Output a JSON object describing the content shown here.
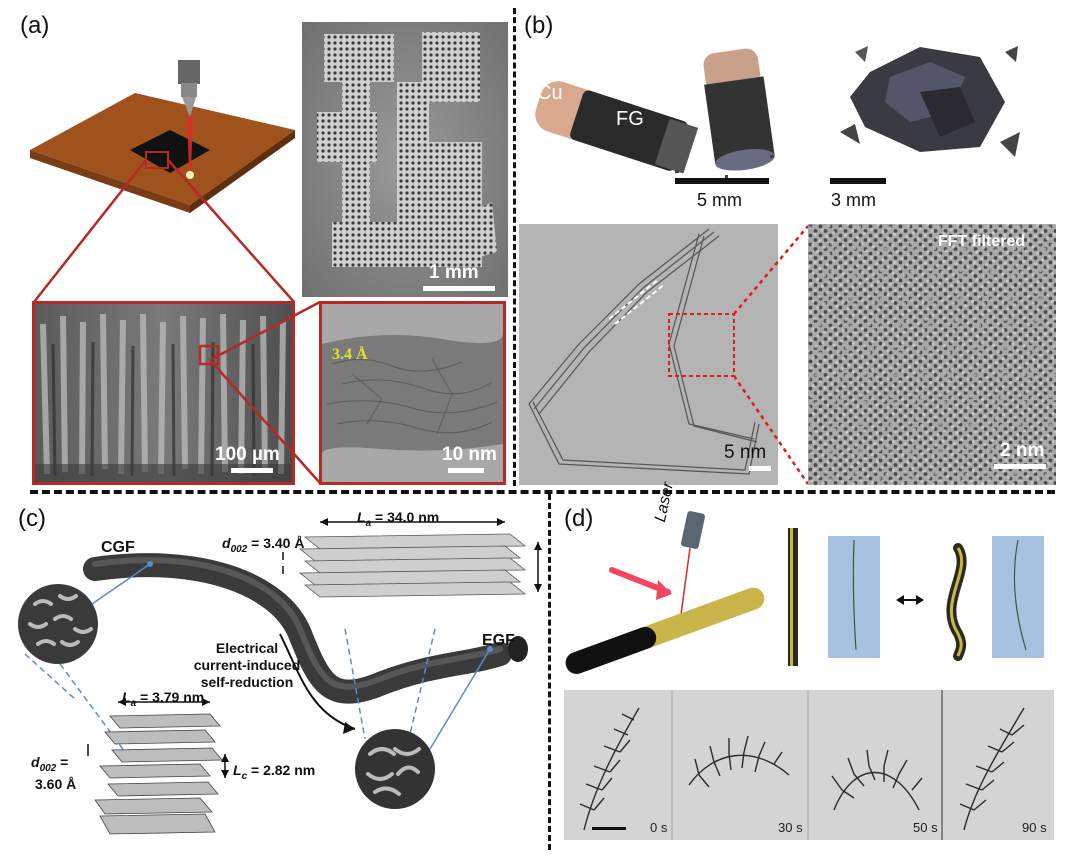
{
  "panels": {
    "a": {
      "label": "(a)",
      "scale_sem_top": "1 mm",
      "scale_forest": "100 µm",
      "scale_tem": "10 nm",
      "lattice_spacing": "3.4 Å"
    },
    "b": {
      "label": "(b)",
      "cu_label": "Cu",
      "fg_label": "FG",
      "scale_photo_left": "5 mm",
      "scale_photo_right": "3 mm",
      "scale_tem": "5 nm",
      "fft_title": "FFT filtered",
      "scale_fft": "2 nm"
    },
    "c": {
      "label": "(c)",
      "cgf_label": "CGF",
      "egf_label": "EGF",
      "top_la": "L",
      "top_la_sub": "a",
      "top_la_value": " = 34.0 nm",
      "top_d": "d",
      "top_d_sub": "002",
      "top_d_value": " = 3.40 Å",
      "bottom_la": "L",
      "bottom_la_sub": "a",
      "bottom_la_value": " = 3.79 nm",
      "bottom_d": "d",
      "bottom_d_sub": "002",
      "bottom_d_value": " =",
      "bottom_d_value2": "3.60 Å",
      "lc": "L",
      "lc_sub": "c",
      "lc_value": " = 2.82 nm",
      "process_line1": "Electrical",
      "process_line2": "current-induced",
      "process_line3": "self-reduction"
    },
    "d": {
      "label": "(d)",
      "laser_label": "Laser",
      "times": [
        "0 s",
        "30 s",
        "50 s",
        "90 s"
      ]
    }
  },
  "colors": {
    "accent_red": "#b52a24",
    "substrate_brown": "#a0521d",
    "fiber_gold": "#c9b54a"
  }
}
